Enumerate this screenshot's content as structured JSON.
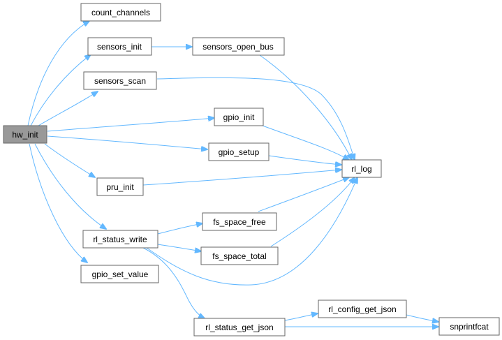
{
  "graph": {
    "root": "hw_init",
    "nodes": {
      "hw_init": "hw_init",
      "count_channels": "count_channels",
      "sensors_init": "sensors_init",
      "sensors_open_bus": "sensors_open_bus",
      "sensors_scan": "sensors_scan",
      "gpio_init": "gpio_init",
      "gpio_setup": "gpio_setup",
      "rl_log": "rl_log",
      "pru_init": "pru_init",
      "fs_space_free": "fs_space_free",
      "rl_status_write": "rl_status_write",
      "fs_space_total": "fs_space_total",
      "gpio_set_value": "gpio_set_value",
      "rl_config_get_json": "rl_config_get_json",
      "rl_status_get_json": "rl_status_get_json",
      "snprintfcat": "snprintfcat"
    },
    "edges": [
      [
        "hw_init",
        "count_channels"
      ],
      [
        "hw_init",
        "sensors_init"
      ],
      [
        "hw_init",
        "sensors_scan"
      ],
      [
        "hw_init",
        "gpio_init"
      ],
      [
        "hw_init",
        "gpio_setup"
      ],
      [
        "hw_init",
        "pru_init"
      ],
      [
        "hw_init",
        "rl_status_write"
      ],
      [
        "hw_init",
        "gpio_set_value"
      ],
      [
        "sensors_init",
        "sensors_open_bus"
      ],
      [
        "sensors_open_bus",
        "rl_log"
      ],
      [
        "sensors_scan",
        "rl_log"
      ],
      [
        "gpio_init",
        "rl_log"
      ],
      [
        "gpio_setup",
        "rl_log"
      ],
      [
        "pru_init",
        "rl_log"
      ],
      [
        "fs_space_free",
        "rl_log"
      ],
      [
        "fs_space_total",
        "rl_log"
      ],
      [
        "rl_status_write",
        "fs_space_free"
      ],
      [
        "rl_status_write",
        "fs_space_total"
      ],
      [
        "rl_status_write",
        "rl_log"
      ],
      [
        "rl_status_write",
        "rl_status_get_json"
      ],
      [
        "rl_status_get_json",
        "rl_config_get_json"
      ],
      [
        "rl_status_get_json",
        "snprintfcat"
      ],
      [
        "rl_config_get_json",
        "snprintfcat"
      ]
    ]
  }
}
